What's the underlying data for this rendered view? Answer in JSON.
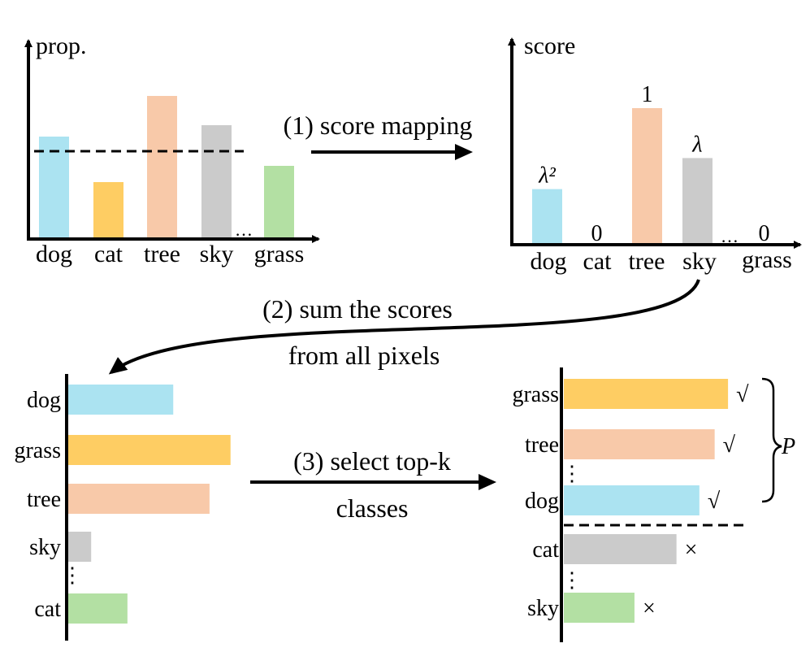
{
  "colors": {
    "dog": "#abe3f1",
    "cat": "#fecd63",
    "tree": "#f8c9a9",
    "sky": "#cbcbcb",
    "grass": "#b3e0a3",
    "ink": "#000000"
  },
  "proportion_chart": {
    "ylabel": "prop.",
    "categories": [
      "dog",
      "cat",
      "tree",
      "sky",
      "grass"
    ],
    "values": [
      0.62,
      0.34,
      0.87,
      0.69,
      0.44
    ],
    "threshold": 0.53,
    "ellipsis": "…"
  },
  "score_chart": {
    "ylabel": "score",
    "categories": [
      "dog",
      "cat",
      "tree",
      "sky",
      "grass"
    ],
    "values": [
      0.4,
      0,
      1,
      0.63,
      0
    ],
    "value_labels": [
      "λ²",
      "0",
      "1",
      "λ",
      "0"
    ],
    "ellipsis": "…"
  },
  "sum_chart": {
    "categories": [
      "dog",
      "grass",
      "tree",
      "sky",
      "cat"
    ],
    "color_keys": [
      "dog",
      "cat",
      "tree",
      "sky",
      "grass"
    ],
    "values": [
      0.55,
      0.85,
      0.74,
      0.12,
      0.31
    ],
    "vertical_ellipsis": "⋮"
  },
  "topk_chart": {
    "categories": [
      "grass",
      "tree",
      "dog",
      "cat",
      "sky"
    ],
    "color_keys": [
      "cat",
      "tree",
      "dog",
      "sky",
      "grass"
    ],
    "values": [
      0.86,
      0.79,
      0.71,
      0.59,
      0.37
    ],
    "marks": [
      "√",
      "√",
      "√",
      "×",
      "×"
    ],
    "selected_label": "P",
    "vertical_ellipsis": "⋮"
  },
  "steps": {
    "step1": "(1) score mapping",
    "step2_line1": "(2) sum the scores",
    "step2_line2": "from all pixels",
    "step3_line1": "(3) select top-k",
    "step3_line2": "classes"
  }
}
